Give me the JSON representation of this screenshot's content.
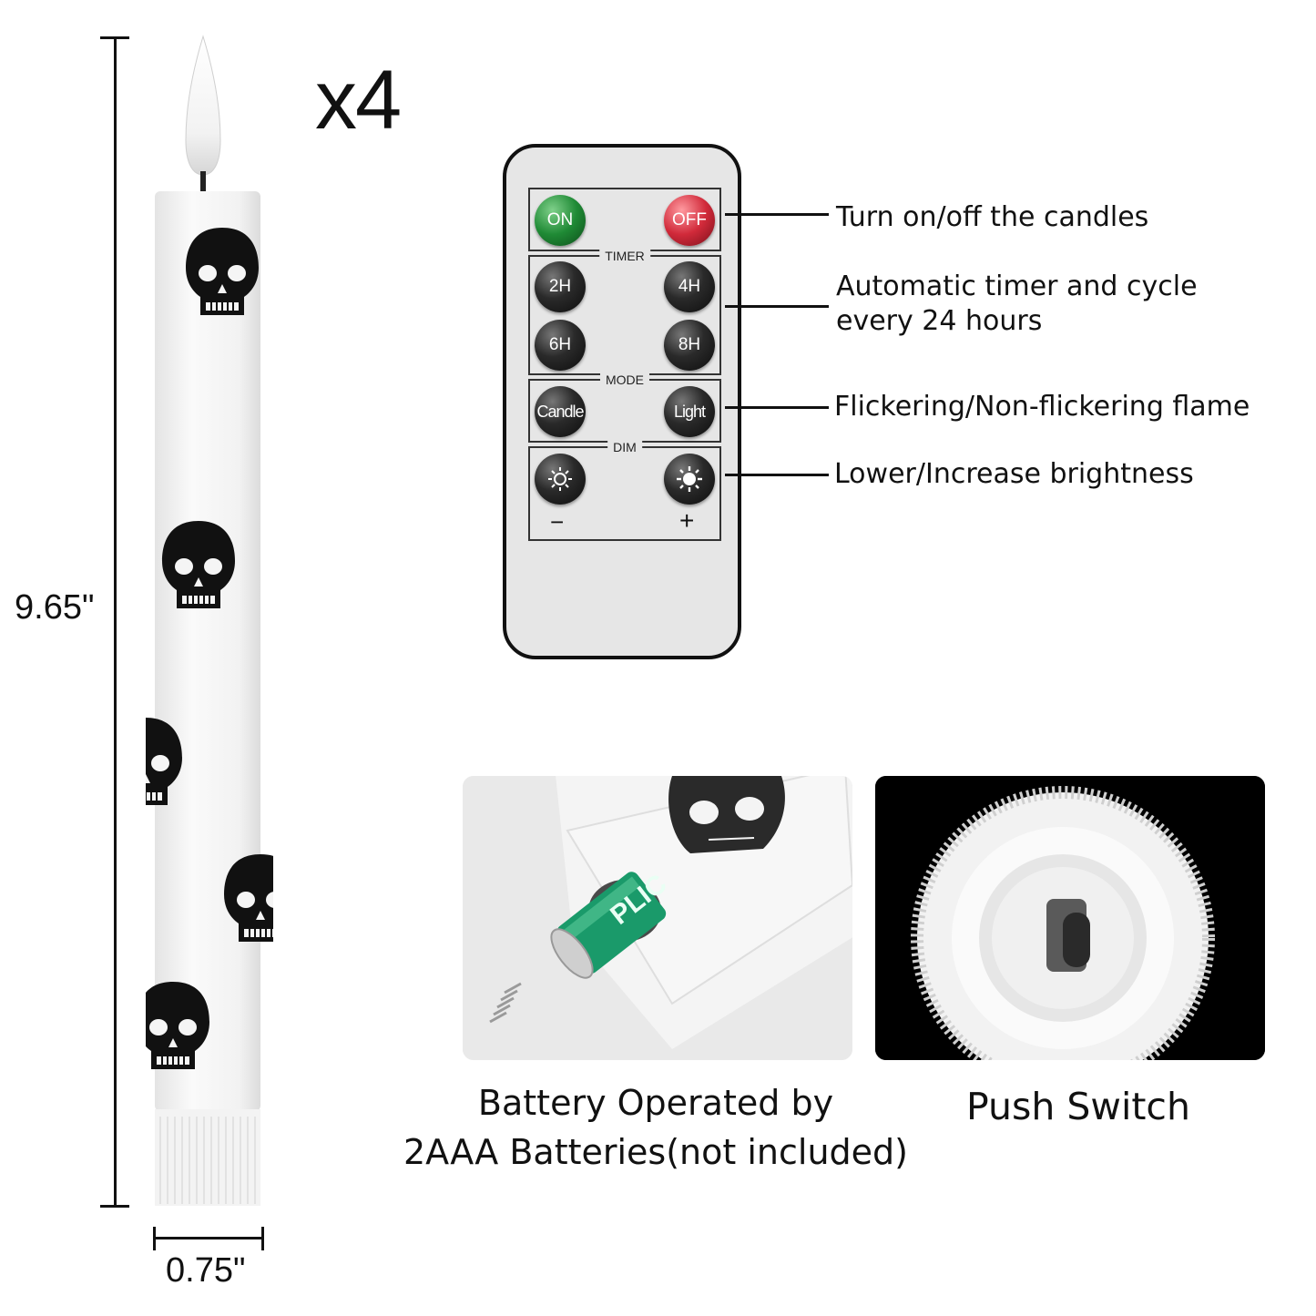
{
  "dimensions": {
    "height": "9.65\"",
    "width": "0.75\""
  },
  "quantity": "x4",
  "remote": {
    "on_label": "ON",
    "off_label": "OFF",
    "timer_label": "TIMER",
    "timer_buttons": [
      "2H",
      "4H",
      "6H",
      "8H"
    ],
    "mode_label": "MODE",
    "mode_buttons": [
      "Candle",
      "Light"
    ],
    "dim_label": "DIM",
    "dim_minus": "−",
    "dim_plus": "+"
  },
  "callouts": {
    "power": "Turn on/off the candles",
    "timer_line1": "Automatic timer and cycle",
    "timer_line2": "every 24 hours",
    "mode": "Flickering/Non-flickering flame",
    "dim": "Lower/Increase brightness"
  },
  "captions": {
    "battery_line1": "Battery Operated by",
    "battery_line2": "2AAA Batteries(not included)",
    "switch": "Push Switch"
  },
  "battery_label": "PLIC",
  "colors": {
    "on_button": "#1f8a35",
    "off_button": "#d12a3a",
    "battery": "#1a9a6a",
    "switch_background": "#000000"
  }
}
